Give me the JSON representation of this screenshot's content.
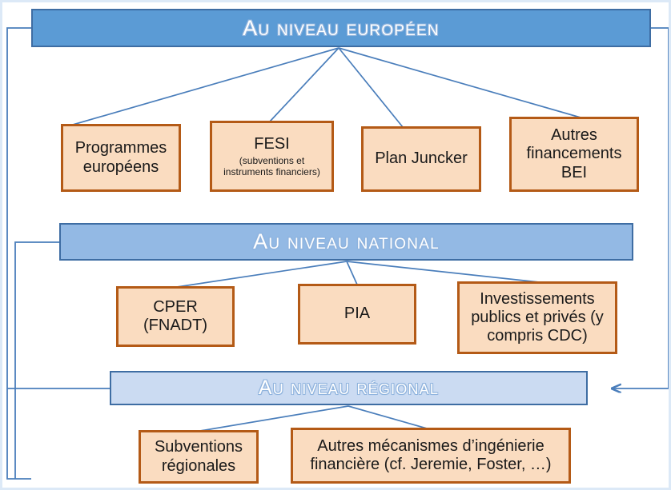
{
  "diagram": {
    "type": "hierarchy",
    "colors": {
      "european_bar": "#5B9BD5",
      "national_bar": "#93B9E4",
      "regional_bar": "#CBDBF2",
      "bar_border": "#3E6DA3",
      "box_fill": "#FADCC0",
      "box_border": "#B45A16",
      "connector": "#4A7EBB",
      "page_border": "#DCE9F7"
    },
    "levels": [
      {
        "id": "european",
        "label": "Au niveau européen",
        "boxes": [
          {
            "id": "programmes",
            "title": "Programmes européens",
            "subtitle": ""
          },
          {
            "id": "fesi",
            "title": "FESI",
            "subtitle": "(subventions et instruments financiers)"
          },
          {
            "id": "juncker",
            "title": "Plan Juncker",
            "subtitle": ""
          },
          {
            "id": "bei",
            "title": "Autres financements BEI",
            "subtitle": ""
          }
        ]
      },
      {
        "id": "national",
        "label": "Au niveau national",
        "boxes": [
          {
            "id": "cper",
            "title": "CPER (FNADT)",
            "subtitle": ""
          },
          {
            "id": "pia",
            "title": "PIA",
            "subtitle": ""
          },
          {
            "id": "investissements",
            "title": "Investissements publics et privés (y compris CDC)",
            "subtitle": ""
          }
        ]
      },
      {
        "id": "regional",
        "label": "Au niveau régional",
        "boxes": [
          {
            "id": "subventions",
            "title": "Subventions régionales",
            "subtitle": ""
          },
          {
            "id": "mecanismes",
            "title": "Autres mécanismes d’ingénierie financière (cf. Jeremie, Foster, …)",
            "subtitle": ""
          }
        ]
      }
    ]
  }
}
